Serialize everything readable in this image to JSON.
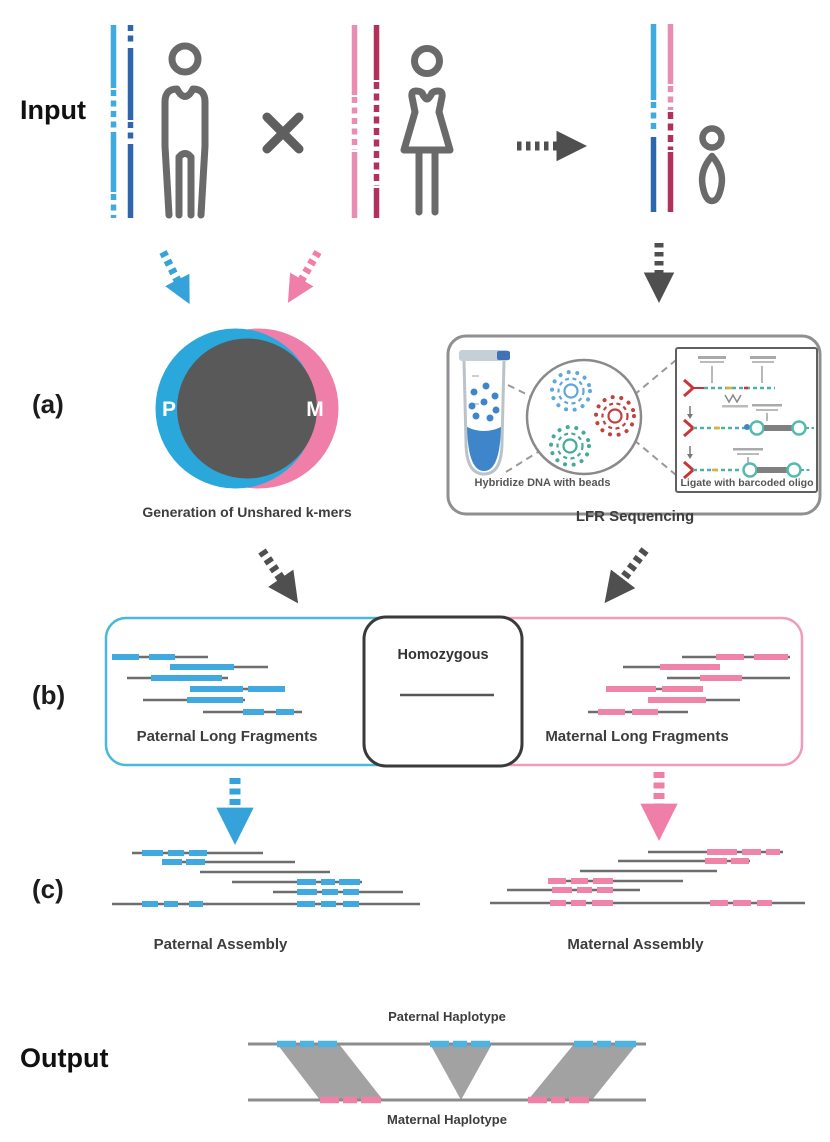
{
  "figure": {
    "input": {
      "label": "Input"
    },
    "section_a": {
      "label": "(a)",
      "venn": {
        "paternal": "P",
        "maternal": "M",
        "caption": "Generation of Unshared k-mers"
      },
      "lfr": {
        "hybridize_caption": "Hybridize DNA with beads",
        "ligate_caption": "Ligate with barcoded oligo",
        "caption": "LFR Sequencing"
      }
    },
    "section_b": {
      "label": "(b)",
      "paternal_caption": "Paternal Long Fragments",
      "homozygous_caption": "Homozygous",
      "maternal_caption": "Maternal Long Fragments"
    },
    "section_c": {
      "label": "(c)",
      "paternal_caption": "Paternal Assembly",
      "maternal_caption": "Maternal Assembly"
    },
    "output": {
      "label": "Output",
      "paternal_caption": "Paternal Haplotype",
      "maternal_caption": "Maternal Haplotype"
    },
    "colors": {
      "paternal_light_blue": "#3FAADF",
      "paternal_dark_blue": "#2E66AE",
      "maternal_light_pink": "#E98DB3",
      "maternal_dark_red": "#B23059",
      "fragment_blue": "#3FA9E0",
      "fragment_pink": "#F083A8",
      "venn_blue": "#2AA7DB",
      "venn_pink": "#EF7FA9",
      "venn_shared_gray": "#595959",
      "person_gray": "#6A6A6A",
      "arrow_gray": "#4F4F4F",
      "line_gray": "#6E6E6E",
      "haplotype_block_gray": "#A2A2A2"
    }
  }
}
